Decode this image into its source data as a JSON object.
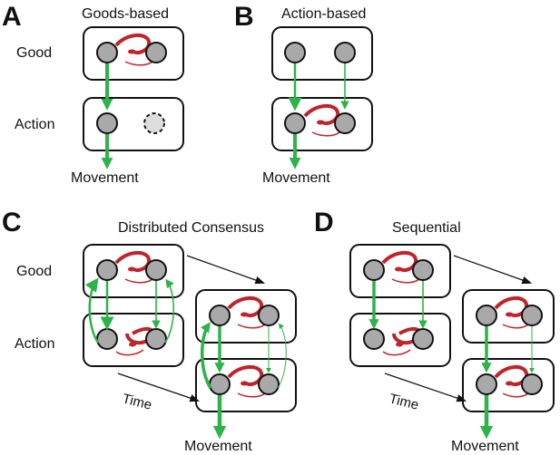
{
  "panels": {
    "a": {
      "letter": "A",
      "title": "Goods-based",
      "good_label": "Good",
      "action_label": "Action",
      "movement_label": "Movement"
    },
    "b": {
      "letter": "B",
      "title": "Action-based",
      "movement_label": "Movement"
    },
    "c": {
      "letter": "C",
      "title": "Distributed Consensus",
      "good_label": "Good",
      "action_label": "Action",
      "time_label": "Time",
      "movement_label": "Movement"
    },
    "d": {
      "letter": "D",
      "title": "Sequential",
      "time_label": "Time",
      "movement_label": "Movement"
    }
  },
  "colors": {
    "node_fill": "#a9a9a9",
    "node_stroke": "#111111",
    "box_stroke": "#111111",
    "excitatory_green": "#2db34a",
    "inhibitory_red": "#c0242b",
    "time_arrow": "#111111",
    "inactive_node_fill": "#dddddd"
  }
}
